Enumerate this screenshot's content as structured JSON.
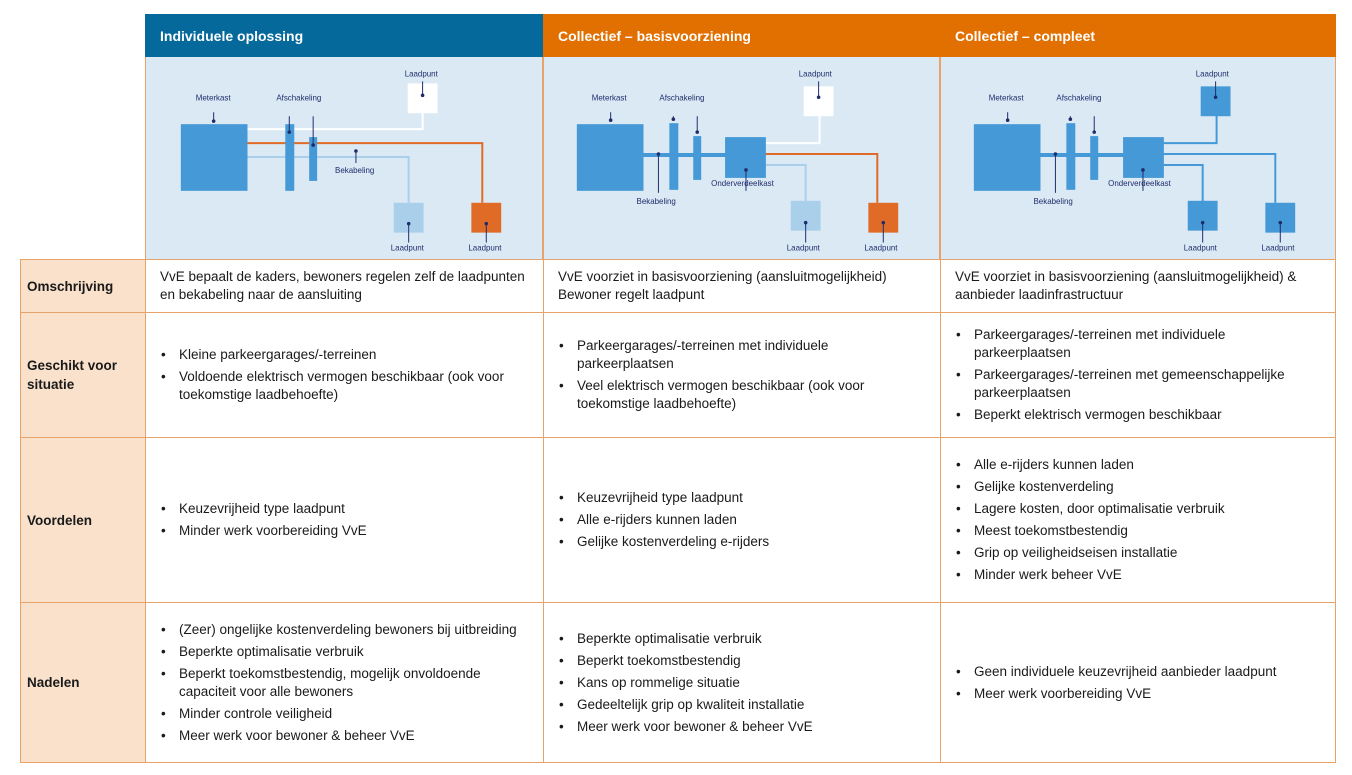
{
  "columns": [
    {
      "title": "Individuele oplossing",
      "color": "#05699b"
    },
    {
      "title": "Collectief – basisvoorziening",
      "color": "#e17000"
    },
    {
      "title": "Collectief – compleet",
      "color": "#e17000"
    }
  ],
  "diagram_labels": {
    "meterkast": "Meterkast",
    "afschakeling": "Afschakeling",
    "bekabeling": "Bekabeling",
    "onderverdeelkast": "Onderverdeelkast",
    "laadpunt": "Laadpunt"
  },
  "colors": {
    "box_blue": "#4499d6",
    "light_blue": "#a9cfeb",
    "orange": "#e06b27",
    "white": "#ffffff",
    "label_border": "#e8a36a",
    "label_bg": "#f9e1cb",
    "diagram_bg": "#dbe9f5"
  },
  "rows": [
    {
      "label": "Omschrijving",
      "cells": [
        {
          "text": "VvE bepaalt de kaders, bewoners regelen zelf de laadpunten en bekabeling naar de aansluiting"
        },
        {
          "text": "VvE voorziet in basisvoorziening (aansluitmogelijkheid) Bewoner regelt laadpunt"
        },
        {
          "text": "VvE voorziet in basisvoorziening (aansluitmogelijkheid) & aanbieder laadinfrastructuur"
        }
      ]
    },
    {
      "label": "Geschikt voor situatie",
      "cells": [
        {
          "items": [
            "Kleine parkeergarages/-terreinen",
            "Voldoende elektrisch vermogen beschikbaar (ook voor toekomstige laadbehoefte)"
          ]
        },
        {
          "items": [
            "Parkeergarages/-terreinen met individuele parkeerplaatsen",
            "Veel elektrisch vermogen beschikbaar (ook voor toekomstige laadbehoefte)"
          ]
        },
        {
          "items": [
            "Parkeergarages/-terreinen met individuele parkeerplaatsen",
            "Parkeergarages/-terreinen met gemeenschappelijke parkeerplaatsen",
            "Beperkt elektrisch vermogen beschikbaar"
          ]
        }
      ]
    },
    {
      "label": "Voordelen",
      "cells": [
        {
          "items": [
            "Keuzevrijheid type laadpunt",
            "Minder werk voorbereiding VvE"
          ]
        },
        {
          "items": [
            "Keuzevrijheid type laadpunt",
            "Alle e-rijders kunnen laden",
            "Gelijke kostenverdeling e-rijders"
          ]
        },
        {
          "items": [
            "Alle e-rijders kunnen laden",
            "Gelijke kostenverdeling",
            "Lagere kosten, door optimalisatie verbruik",
            "Meest toekomstbestendig",
            "Grip op veiligheidseisen installatie",
            "Minder werk beheer VvE"
          ]
        }
      ]
    },
    {
      "label": "Nadelen",
      "cells": [
        {
          "items": [
            "(Zeer) ongelijke kostenverdeling bewoners bij uitbreiding",
            "Beperkte optimalisatie verbruik",
            "Beperkt toekomstbestendig, mogelijk onvoldoende capaciteit voor alle bewoners",
            "Minder controle veiligheid",
            "Meer werk voor bewoner & beheer VvE"
          ]
        },
        {
          "items": [
            "Beperkte optimalisatie verbruik",
            "Beperkt toekomstbestendig",
            "Kans op rommelige situatie",
            "Gedeeltelijk grip op kwaliteit installatie",
            "Meer werk voor bewoner & beheer VvE"
          ]
        },
        {
          "items": [
            "Geen individuele keuzevrijheid aanbieder laadpunt",
            "Meer werk voorbereiding VvE"
          ]
        }
      ]
    }
  ]
}
